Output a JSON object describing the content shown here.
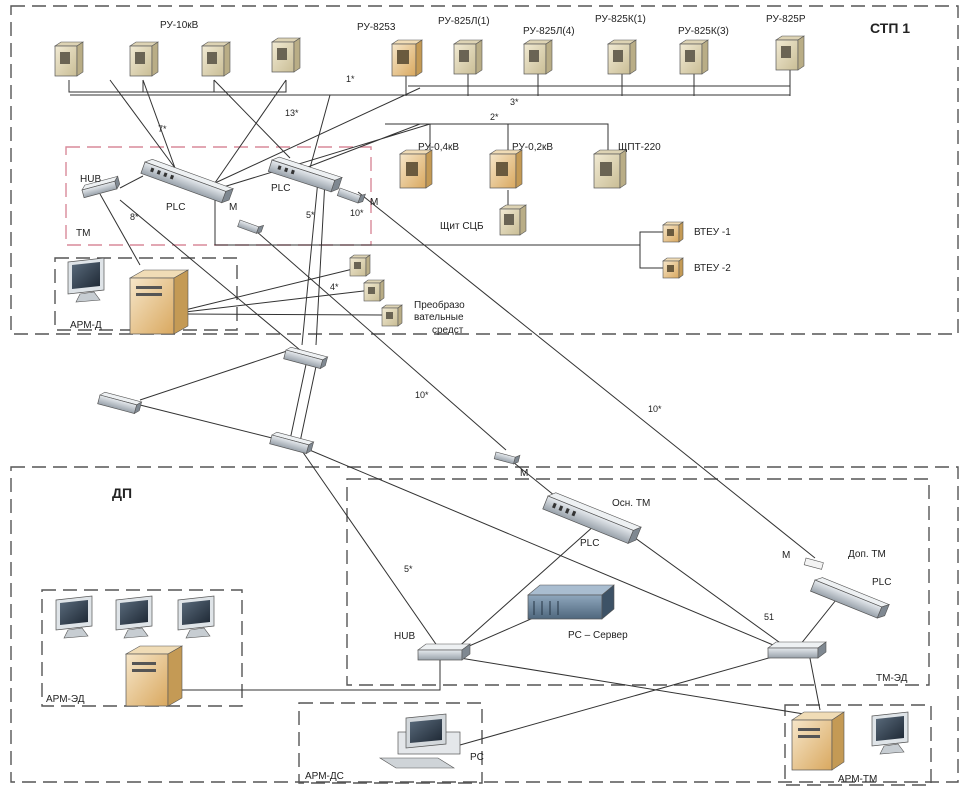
{
  "zones": {
    "stp1": "СТП 1",
    "tm": "ТМ",
    "arm_d": "АРМ-Д",
    "dp": "ДП",
    "arm_ed": "АРМ-ЭД",
    "arm_ds": "АРМ-ДС",
    "tm_ed": "ТМ-ЭД",
    "arm_tm": "АРМ-ТМ"
  },
  "labels": {
    "ru_10kv": "РУ-10кВ",
    "ru_8253": "РУ-8253",
    "ru_825l1": "РУ-825Л(1)",
    "ru_825l4": "РУ-825Л(4)",
    "ru_825k1": "РУ-825К(1)",
    "ru_825k3": "РУ-825К(3)",
    "ru_825r": "РУ-825Р",
    "ru_04kv": "РУ-0,4кВ",
    "ru_02kv": "РУ-0,2кВ",
    "shpt_220": "ЩПТ-220",
    "shit_sob": "Щит СЦБ",
    "vteu_1": "ВТЕУ -1",
    "vteu_2": "ВТЕУ -2",
    "preobraz_1": "Преобразо",
    "preobraz_2": "вательные",
    "preobraz_3": "средст",
    "hub": "HUB",
    "plc": "PLC",
    "m": "М",
    "osn_tm": "Осн. ТМ",
    "dop_tm": "Доп. ТМ",
    "pc_server": "PC – Сервер",
    "pc": "PC"
  },
  "cable_marks": {
    "c1": "1*",
    "c2": "2*",
    "c3": "3*",
    "c4": "4*",
    "c5": "5*",
    "c5b": "5*",
    "c7": "7*",
    "c8": "8*",
    "c10a": "10*",
    "c10b": "10*",
    "c10c": "10*",
    "c13": "13*",
    "c51": "51"
  }
}
